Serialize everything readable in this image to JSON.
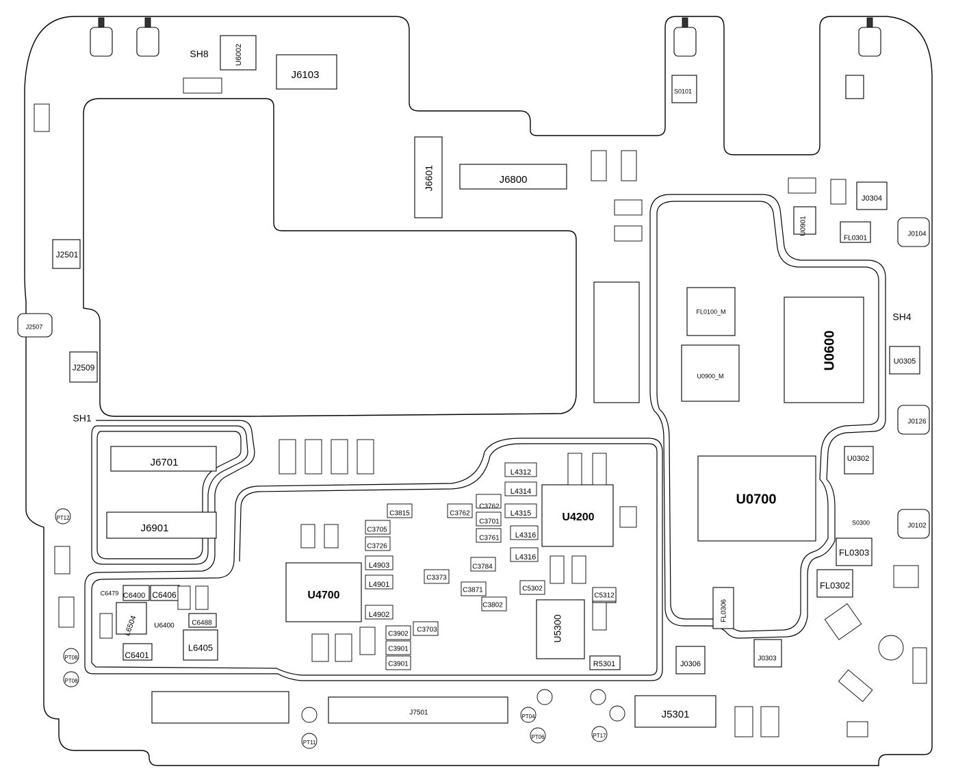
{
  "board": {
    "components": [
      {
        "id": "sh8",
        "label": "SH8"
      },
      {
        "id": "u6002",
        "label": "U6002"
      },
      {
        "id": "j6103",
        "label": "J6103"
      },
      {
        "id": "j6601",
        "label": "J6601"
      },
      {
        "id": "j6800",
        "label": "J6800"
      },
      {
        "id": "j2501",
        "label": "J2501"
      },
      {
        "id": "j2507",
        "label": "J2507"
      },
      {
        "id": "j2509",
        "label": "J2509"
      },
      {
        "id": "sh1",
        "label": "SH1"
      },
      {
        "id": "j6701",
        "label": "J6701"
      },
      {
        "id": "j6901",
        "label": "J6901"
      },
      {
        "id": "u4700",
        "label": "U4700"
      },
      {
        "id": "u4200",
        "label": "U4200"
      },
      {
        "id": "u5300",
        "label": "U5300"
      },
      {
        "id": "u6400",
        "label": "U6400"
      },
      {
        "id": "l6405",
        "label": "L6405"
      },
      {
        "id": "l6504",
        "label": "L6504"
      },
      {
        "id": "c6400",
        "label": "C6400"
      },
      {
        "id": "c6401",
        "label": "C6401"
      },
      {
        "id": "c6406",
        "label": "C6406"
      },
      {
        "id": "c6488",
        "label": "C6488"
      },
      {
        "id": "c6479",
        "label": "C6479"
      },
      {
        "id": "r5301",
        "label": "R5301"
      },
      {
        "id": "j5301",
        "label": "J5301"
      },
      {
        "id": "j7501",
        "label": "J7501"
      },
      {
        "id": "u0600",
        "label": "U0600"
      },
      {
        "id": "u0700",
        "label": "U0700"
      },
      {
        "id": "sh4",
        "label": "SH4"
      },
      {
        "id": "j0304",
        "label": "J0304"
      },
      {
        "id": "j0104",
        "label": "J0104"
      },
      {
        "id": "u0901",
        "label": "U0901"
      },
      {
        "id": "fl0301",
        "label": "FL0301"
      },
      {
        "id": "u0305",
        "label": "U0305"
      },
      {
        "id": "j0126",
        "label": "J0126"
      },
      {
        "id": "u0302",
        "label": "U0302"
      },
      {
        "id": "j0102",
        "label": "J0102"
      },
      {
        "id": "fl0303",
        "label": "FL0303"
      },
      {
        "id": "fl0302",
        "label": "FL0302"
      },
      {
        "id": "fl0306",
        "label": "FL0306"
      },
      {
        "id": "j0306",
        "label": "J0306"
      },
      {
        "id": "j0303",
        "label": "J0303"
      },
      {
        "id": "s0101",
        "label": "S0101"
      },
      {
        "id": "s0300",
        "label": "S0300"
      },
      {
        "id": "fl0100",
        "label": "FL0100_M"
      },
      {
        "id": "u0900",
        "label": "U0900_M"
      },
      {
        "id": "l4312",
        "label": "L4312"
      },
      {
        "id": "l4314",
        "label": "L4314"
      },
      {
        "id": "l4315",
        "label": "L4315"
      },
      {
        "id": "l4316a",
        "label": "L4316"
      },
      {
        "id": "l4316b",
        "label": "L4316"
      },
      {
        "id": "l4903",
        "label": "L4903"
      },
      {
        "id": "l4901",
        "label": "L4901"
      },
      {
        "id": "l4902",
        "label": "L4902"
      },
      {
        "id": "c3815",
        "label": "C3815"
      },
      {
        "id": "c3762a",
        "label": "C3762"
      },
      {
        "id": "c3762b",
        "label": "C3762"
      },
      {
        "id": "c3701",
        "label": "C3701"
      },
      {
        "id": "c3761",
        "label": "C3761"
      },
      {
        "id": "c3705",
        "label": "C3705"
      },
      {
        "id": "c3726",
        "label": "C3726"
      },
      {
        "id": "c3784",
        "label": "C3784"
      },
      {
        "id": "c3871",
        "label": "C3871"
      },
      {
        "id": "c3802",
        "label": "C3802"
      },
      {
        "id": "c3902",
        "label": "C3902"
      },
      {
        "id": "c3901a",
        "label": "C3901"
      },
      {
        "id": "c3901b",
        "label": "C3901"
      },
      {
        "id": "c3703",
        "label": "C3703"
      },
      {
        "id": "c3373",
        "label": "C3373"
      },
      {
        "id": "c5302",
        "label": "C5302"
      },
      {
        "id": "c5312",
        "label": "C5312"
      },
      {
        "id": "pt12",
        "label": "PT12"
      },
      {
        "id": "pt08a",
        "label": "PT08"
      },
      {
        "id": "pt08b",
        "label": "PT08"
      },
      {
        "id": "pt11",
        "label": "PT11"
      },
      {
        "id": "pt04",
        "label": "PT04"
      },
      {
        "id": "pt06",
        "label": "PT06"
      },
      {
        "id": "pt17",
        "label": "PT17"
      }
    ]
  }
}
